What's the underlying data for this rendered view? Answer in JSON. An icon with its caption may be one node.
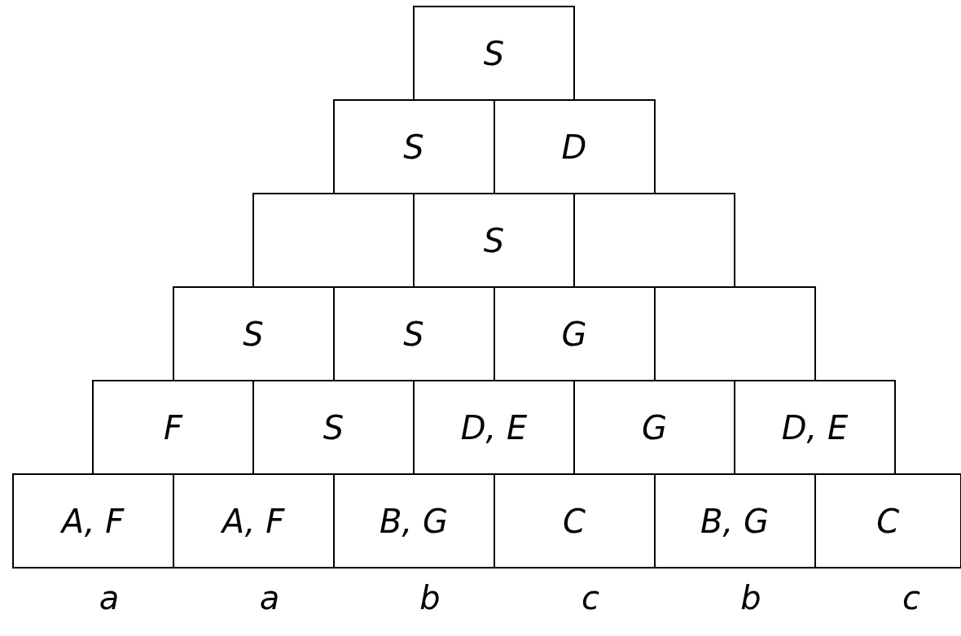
{
  "diagram": {
    "nodes": [
      {
        "text": [
          "S"
        ]
      },
      {
        "text": [
          "S"
        ]
      },
      {
        "text": [
          "D"
        ]
      },
      {
        "text": [],
        "shape": "box"
      },
      {
        "text": [
          "S"
        ]
      },
      {
        "text": [],
        "shape": "box"
      },
      {
        "text": [
          "S"
        ]
      },
      {
        "text": [
          "S"
        ]
      },
      {
        "text": [
          "G"
        ]
      },
      {
        "text": [],
        "shape": "box"
      },
      {
        "text": [
          "F"
        ]
      },
      {
        "text": [
          "S"
        ]
      },
      {
        "text": [
          "D, E"
        ]
      },
      {
        "text": [
          "G"
        ]
      },
      {
        "text": [
          "D, E"
        ]
      },
      {
        "text": [
          "A, F"
        ]
      },
      {
        "text": [
          "A, F"
        ]
      },
      {
        "text": [
          "B, G"
        ]
      },
      {
        "text": [
          "C"
        ]
      },
      {
        "text": [
          "B, G"
        ]
      },
      {
        "text": [
          "C"
        ]
      }
    ],
    "labels": [
      "a",
      "a",
      "b",
      "c",
      "b",
      "c"
    ]
  }
}
